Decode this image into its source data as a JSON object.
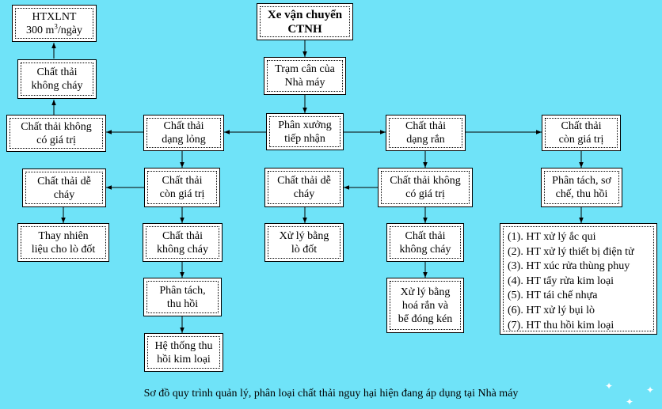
{
  "boxes": {
    "htxlnt": {
      "line1": "HTXLNT",
      "line2_pre": "300 m",
      "line2_sup": "3",
      "line2_post": "/ngày"
    },
    "xe_van_chuyen": {
      "line1": "Xe vận chuyển",
      "line2": "CTNH"
    },
    "tram_can": {
      "line1": "Trạm cân của",
      "line2": "Nhà máy"
    },
    "ct_khong_chay_top": {
      "line1": "Chất thải",
      "line2": "không cháy"
    },
    "ct_khong_co_gia_tri_left": {
      "line1": "Chất thải không",
      "line2": "có giá trị"
    },
    "ct_dang_long": {
      "line1": "Chất thải",
      "line2": "dạng lỏng"
    },
    "phan_xuong": {
      "line1": "Phân xưởng",
      "line2": "tiếp nhận"
    },
    "ct_dang_ran": {
      "line1": "Chất thải",
      "line2": "dạng rắn"
    },
    "ct_con_gia_tri_right": {
      "line1": "Chất thải",
      "line2": "còn giá trị"
    },
    "ct_de_chay_left": {
      "line1": "Chất thải dễ",
      "line2": "cháy"
    },
    "ct_con_gia_tri_mid": {
      "line1": "Chất thải",
      "line2": "còn giá trị"
    },
    "ct_de_chay_mid": {
      "line1": "Chất thải dễ",
      "line2": "cháy"
    },
    "ct_khong_co_gia_tri_mid": {
      "line1": "Chất thải không",
      "line2": "có giá trị"
    },
    "phan_tach_so_che": {
      "line1": "Phân tách, sơ",
      "line2": "chế, thu hồi"
    },
    "thay_nhien_lieu": {
      "line1": "Thay nhiên",
      "line2": "liệu cho lò đốt"
    },
    "ct_khong_chay_mid": {
      "line1": "Chất thải",
      "line2": "không cháy"
    },
    "xu_ly_lo_dot": {
      "line1": "Xử lý bằng",
      "line2": "lò đốt"
    },
    "ct_khong_chay_right": {
      "line1": "Chất thải",
      "line2": "không cháy"
    },
    "phan_tach_thu_hoi": {
      "line1": "Phân tách,",
      "line2": "thu hồi"
    },
    "xu_ly_hoa_ran": {
      "line1": "Xử lý bằng",
      "line2": "hoá rắn và",
      "line3": "bể đóng kén"
    },
    "he_thong_thu_hoi": {
      "line1": "Hệ thống thu",
      "line2": "hồi kim loại"
    }
  },
  "systems_list": [
    "(1). HT xử lý ắc qui",
    "(2). HT xử lý thiết bị điện tử",
    "(3). HT xúc rửa thùng phuy",
    "(4). HT tẩy rửa kim loại",
    "(5). HT tái chế nhựa",
    "(6). HT xử lý bụi lò",
    "(7). HT thu hồi kim loại"
  ],
  "caption": "Sơ đồ quy trình quản lý, phân loại chất thải nguy hại hiện đang áp dụng tại Nhà máy",
  "colors": {
    "background": "#6fe3f8",
    "box": "#ffffff",
    "line": "#000000"
  }
}
